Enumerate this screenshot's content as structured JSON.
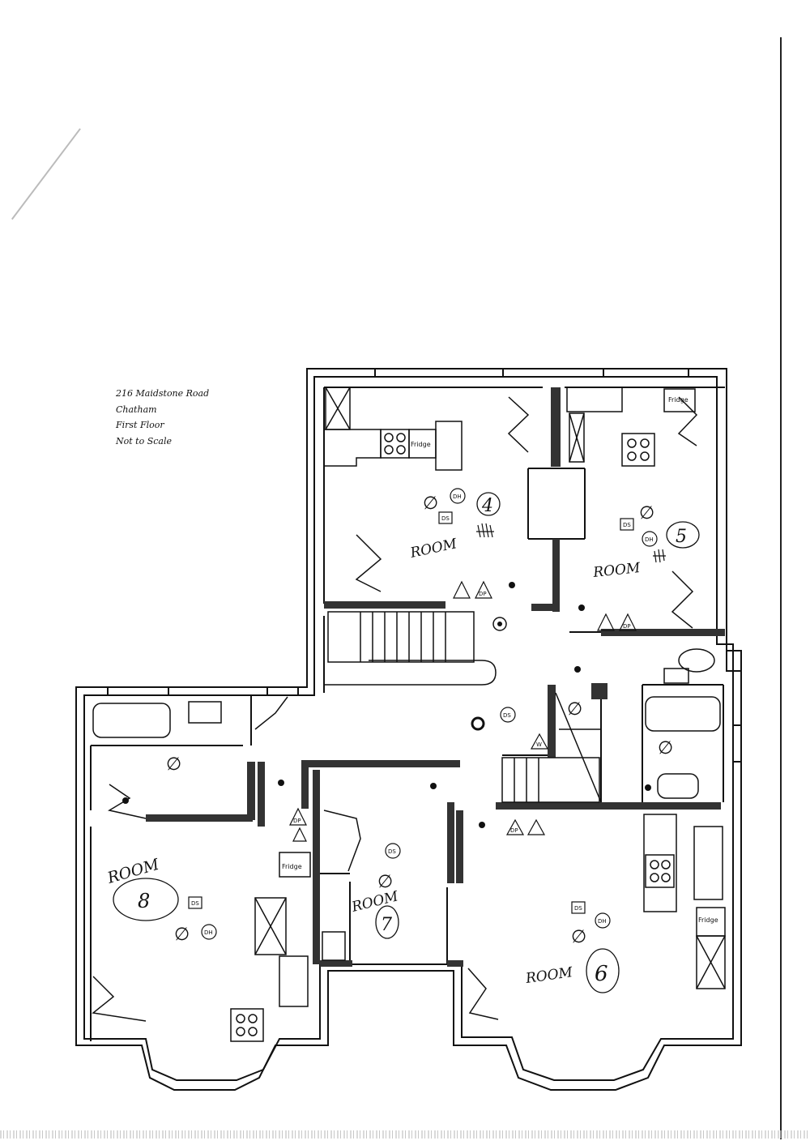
{
  "caption": {
    "address": "216 Maidstone Road",
    "town": "Chatham",
    "floor": "First Floor",
    "scale_note": "Not to Scale"
  },
  "rooms": [
    {
      "id": "room-4",
      "word": "ROOM",
      "number": "4"
    },
    {
      "id": "room-5",
      "word": "ROOM",
      "number": "5"
    },
    {
      "id": "room-6",
      "word": "ROOM",
      "number": "6"
    },
    {
      "id": "room-7",
      "word": "ROOM",
      "number": "7"
    },
    {
      "id": "room-8",
      "word": "ROOM",
      "number": "8"
    }
  ],
  "symbols": {
    "fridge": "Fridge",
    "dh": "DH",
    "ds": "DS",
    "dp": "DP",
    "w": "W",
    "light": "∅",
    "fire_extinguisher": "⚠"
  },
  "colors": {
    "wall": "#111111",
    "thick_wall": "#444444",
    "ink": "#111111"
  }
}
